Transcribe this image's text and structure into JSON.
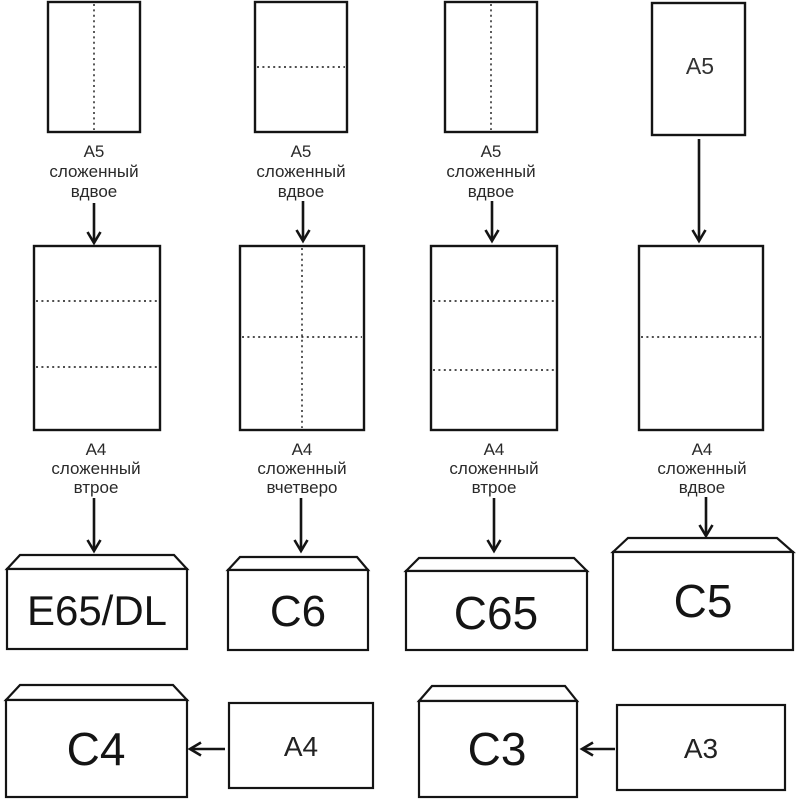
{
  "colors": {
    "stroke": "#141414",
    "caption_text": "#2a2a2a",
    "envelope_text": "#141414",
    "c4_body": "#f4a2a2",
    "c4_flap": "#f8b0b0"
  },
  "row1": {
    "papers": [
      {
        "fold": "vertical-half",
        "label_lines": [
          "A5",
          "сложенный",
          "вдвое"
        ]
      },
      {
        "fold": "horizontal-half",
        "label_lines": [
          "A5",
          "сложенный",
          "вдвое"
        ]
      },
      {
        "fold": "vertical-half",
        "label_lines": [
          "A5",
          "сложенный",
          "вдвое"
        ]
      },
      {
        "fold": "none",
        "inner_label": "A5"
      }
    ]
  },
  "row2": {
    "papers": [
      {
        "fold": "tri-horizontal",
        "label_lines": [
          "A4",
          "сложенный",
          "втрое"
        ]
      },
      {
        "fold": "cross-quarter",
        "label_lines": [
          "A4",
          "сложенный",
          "вчетверо"
        ]
      },
      {
        "fold": "tri-horizontal",
        "label_lines": [
          "A4",
          "сложенный",
          "втрое"
        ]
      },
      {
        "fold": "horizontal-half",
        "label_lines": [
          "A4",
          "сложенный",
          "вдвое"
        ]
      }
    ]
  },
  "envelopes": {
    "e65dl": {
      "label": "E65/DL",
      "highlighted": false
    },
    "c6": {
      "label": "C6",
      "highlighted": false
    },
    "c65": {
      "label": "C65",
      "highlighted": false
    },
    "c5": {
      "label": "C5",
      "highlighted": false
    },
    "c4": {
      "label": "C4",
      "highlighted": true
    },
    "c3": {
      "label": "C3",
      "highlighted": false
    }
  },
  "sheets": {
    "a4": {
      "label": "A4"
    },
    "a3": {
      "label": "A3"
    }
  }
}
